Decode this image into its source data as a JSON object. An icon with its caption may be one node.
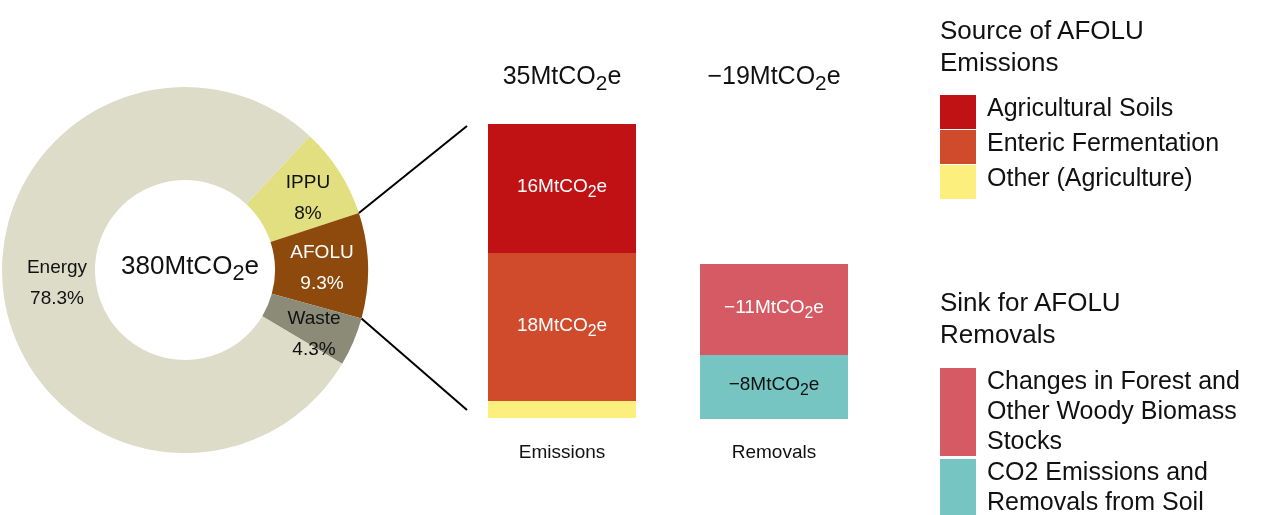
{
  "diagram": {
    "labels": [
      "35MtCO$_{2}$e",
      "−19MtCO$_{2}$e",
      "16MtCO$_{2}$e",
      "18MtCO$_{2}$e",
      "−11MtCO$_{2}$e",
      "−8MtCO$_{2}$e",
      "Emissions",
      "Removals",
      "Source of AFOLU Emissions",
      "Sink for AFOLU Removals"
    ],
    "legend": [
      {
        "text": "Agricultural Soils",
        "color": "#c01214"
      },
      {
        "text": "Enteric Fermentation",
        "color": "#d04a2c"
      },
      {
        "text": "Other (Agriculture)",
        "color": "#fdef7e"
      },
      {
        "text": "Changes in Forest and Other Woody Biomass Stocks",
        "color": "#d65a64"
      },
      {
        "text": "CO2 Emissions and Removals from Soil",
        "color": "#77c5c3"
      }
    ],
    "chart_data": {
      "type": "donut",
      "categories": [
        "Energy",
        "IPPU",
        "AFOLU",
        "Waste"
      ],
      "values": [
        78.3,
        8,
        9.3,
        4.3
      ],
      "value_labels": [
        "78.3%",
        "8%",
        "9.3%",
        "4.3%"
      ],
      "annotations": [
        "380MtCO$_{2}$e"
      ]
    }
  }
}
